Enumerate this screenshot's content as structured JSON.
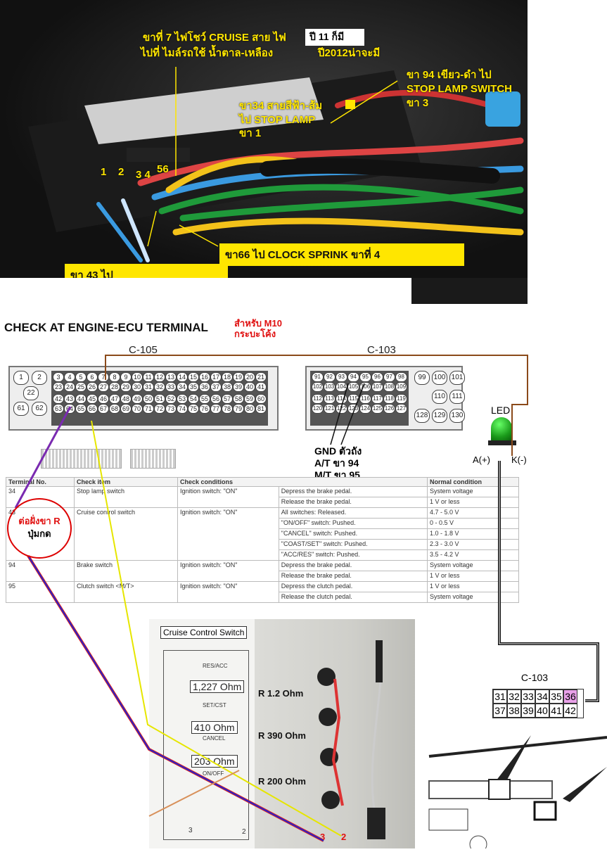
{
  "photo_labels": {
    "pin7": [
      "ขาที่ 7 ไฟโชว์ CRUISE สาย ไฟ",
      "ไปที่ ไมล์รถใช้ น้ำตาล-เหลือง"
    ],
    "year11": "ปี 11 ก็มี",
    "year2012": "ปี2012น่าจะมี",
    "pin94": [
      "ขา 94 เขียว-ดำ ไป",
      "STOP LAMP SWITCH",
      "ขา 3"
    ],
    "pin34": [
      "ขา34 สายสีฟ้า-ส้ม",
      "ไป STOP LAMP",
      "ขา  1"
    ],
    "pin_numbers": [
      "1",
      "2",
      "3 4",
      "56"
    ],
    "pin66": "ขา66 ไป CLOCK SPRINK   ขาที่ 4",
    "pin43": "ขา 43 ไป"
  },
  "title": "CHECK AT ENGINE-ECU TERMINAL",
  "subtitle": [
    "สำหรับ M10",
    "กระบะโค้ง"
  ],
  "c105": {
    "label": "C-105",
    "left": [
      "1",
      "2",
      "22",
      "61",
      "62"
    ],
    "rows": [
      [
        "3",
        "4",
        "5",
        "6",
        "7",
        "8",
        "9",
        "10",
        "11",
        "12",
        "13",
        "14",
        "15",
        "16",
        "17",
        "18",
        "19",
        "20",
        "21"
      ],
      [
        "23",
        "24",
        "25",
        "26",
        "27",
        "28",
        "29",
        "30",
        "31",
        "32",
        "33",
        "34",
        "35",
        "36",
        "37",
        "38",
        "39",
        "40",
        "41"
      ],
      [
        "42",
        "43",
        "44",
        "45",
        "46",
        "47",
        "48",
        "49",
        "50",
        "51",
        "52",
        "53",
        "54",
        "55",
        "56",
        "57",
        "58",
        "59",
        "60"
      ],
      [
        "63",
        "64",
        "65",
        "66",
        "67",
        "68",
        "69",
        "70",
        "71",
        "72",
        "73",
        "74",
        "75",
        "76",
        "77",
        "78",
        "79",
        "80",
        "81"
      ]
    ]
  },
  "c103": {
    "label": "C-103",
    "rows": [
      [
        "91",
        "92",
        "93",
        "94",
        "95",
        "96",
        "97",
        "98"
      ],
      [
        "102",
        "103",
        "104",
        "105",
        "106",
        "107",
        "108",
        "109"
      ],
      [
        "112",
        "113",
        "114",
        "115",
        "116",
        "117",
        "118",
        "119"
      ],
      [
        "120",
        "121",
        "122",
        "123",
        "124",
        "125",
        "126",
        "127"
      ]
    ],
    "right": [
      "99",
      "100",
      "101",
      "110",
      "111",
      "128",
      "129",
      "130"
    ]
  },
  "gnd_note": [
    "GND ตัวถัง",
    "A/T ขา 94",
    "M/T ขา 95"
  ],
  "led": {
    "label": "LED",
    "anode": "A(+)",
    "cathode": "K(-)",
    "color": "#1aa01a"
  },
  "table": {
    "headers": [
      "Terminal No.",
      "Check item",
      "Check conditions",
      "",
      "Normal condition"
    ],
    "groups": [
      {
        "terminal": "34",
        "item": "Stop lamp switch",
        "cond": "Ignition switch: \"ON\"",
        "rows": [
          [
            "Depress the brake pedal.",
            "System voltage"
          ],
          [
            "Release the brake pedal.",
            "1 V or less"
          ]
        ]
      },
      {
        "terminal": "43",
        "item": "Cruise control switch",
        "cond": "Ignition switch: \"ON\"",
        "rows": [
          [
            "All switches: Released.",
            "4.7 - 5.0 V"
          ],
          [
            "\"ON/OFF\" switch: Pushed.",
            "0 - 0.5 V"
          ],
          [
            "\"CANCEL\" switch: Pushed.",
            "1.0 - 1.8 V"
          ],
          [
            "\"COAST/SET\" switch: Pushed.",
            "2.3 - 3.0 V"
          ],
          [
            "\"ACC/RES\" switch: Pushed.",
            "3.5 - 4.2 V"
          ]
        ]
      },
      {
        "terminal": "94",
        "item": "Brake switch",
        "cond": "Ignition switch: \"ON\"",
        "rows": [
          [
            "Depress the brake pedal.",
            "System voltage"
          ],
          [
            "Release the brake pedal.",
            "1 V or less"
          ]
        ]
      },
      {
        "terminal": "95",
        "item": "Clutch switch <M/T>",
        "cond": "Ignition switch: \"ON\"",
        "rows": [
          [
            "Depress the clutch pedal.",
            "1 V or less"
          ],
          [
            "Release the clutch pedal.",
            "System voltage"
          ]
        ]
      }
    ]
  },
  "circle_note": [
    "ต่อฝั่งขา R",
    "ปุ่มกด"
  ],
  "switch": {
    "title": "Cruise Control Switch",
    "buttons": [
      "RES/ACC",
      "SET/CST",
      "CANCEL",
      "ON/OFF"
    ],
    "ohms": [
      "1,227 Ohm",
      "410 Ohm",
      "203 Ohm"
    ],
    "terminals": [
      "3",
      "2"
    ],
    "resistors": [
      "R 1.2 Ohm",
      "R 390 Ohm",
      "R 200 Ohm"
    ],
    "pin_marks": [
      "3",
      "2"
    ]
  },
  "c103_small": {
    "label": "C-103",
    "row1": [
      "31",
      "32",
      "33",
      "34",
      "35",
      "36"
    ],
    "row2": [
      "37",
      "38",
      "39",
      "40",
      "41",
      "42"
    ],
    "highlight": "36",
    "highlight_color": "#e8a0e8"
  }
}
